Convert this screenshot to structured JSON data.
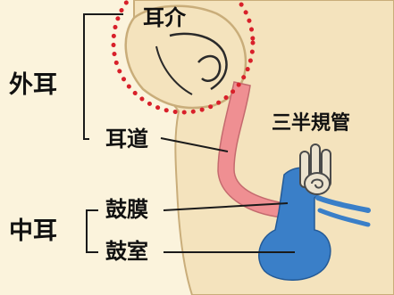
{
  "labels": {
    "outer_ear": "外耳",
    "auricle": "耳介",
    "ear_canal": "耳道",
    "semicircular_canals": "三半規管",
    "middle_ear": "中耳",
    "eardrum": "鼓膜",
    "tympanic_cavity": "鼓室"
  },
  "colors": {
    "background": "#fbf3dc",
    "skin": "#f4e3bd",
    "skin_outline": "#c9ad7a",
    "ear_canal": "#ef8f92",
    "middle_ear": "#3a7fc8",
    "inner_ear_coil": "#ece3cf",
    "dotted_circle": "#d8202a",
    "leader_lines": "#1a1a1a"
  }
}
